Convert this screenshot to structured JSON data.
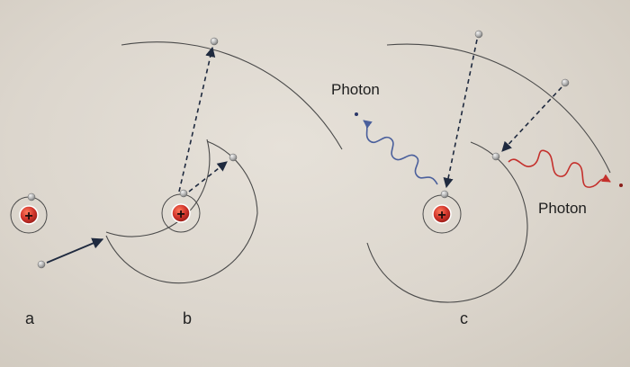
{
  "labels": {
    "panel_a": "a",
    "panel_b": "b",
    "panel_c": "c",
    "photon_emitted_left": "Photon",
    "photon_emitted_right": "Photon"
  },
  "nucleus_symbol": "+",
  "colors": {
    "nucleus": "#c8302a",
    "electron": "#a9a9a9",
    "orbit": "#4a4a4a",
    "arrow": "#1f2a3f",
    "photon_blue": "#4a5f9c",
    "photon_red": "#c4302c"
  }
}
